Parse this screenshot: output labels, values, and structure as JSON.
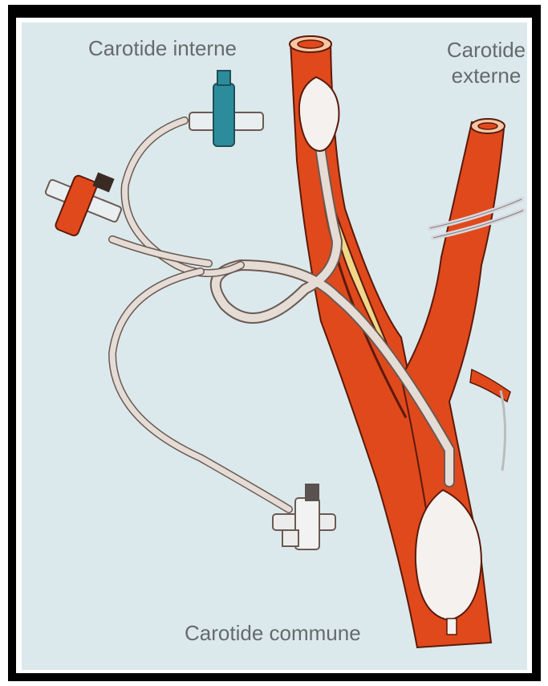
{
  "labels": {
    "internal": "Carotide interne",
    "external": "Carotide\nexterne",
    "common": "Carotide commune"
  },
  "colors": {
    "artery": "#e0491c",
    "artery_outline": "#5a1a0a",
    "balloon": "#f4f1ee",
    "plaque": "#efd88a",
    "tube": "#e5dcd6",
    "background": "#dce9ec",
    "valve_teal": "#2c8c9c",
    "valve_orange": "#e0491c"
  }
}
